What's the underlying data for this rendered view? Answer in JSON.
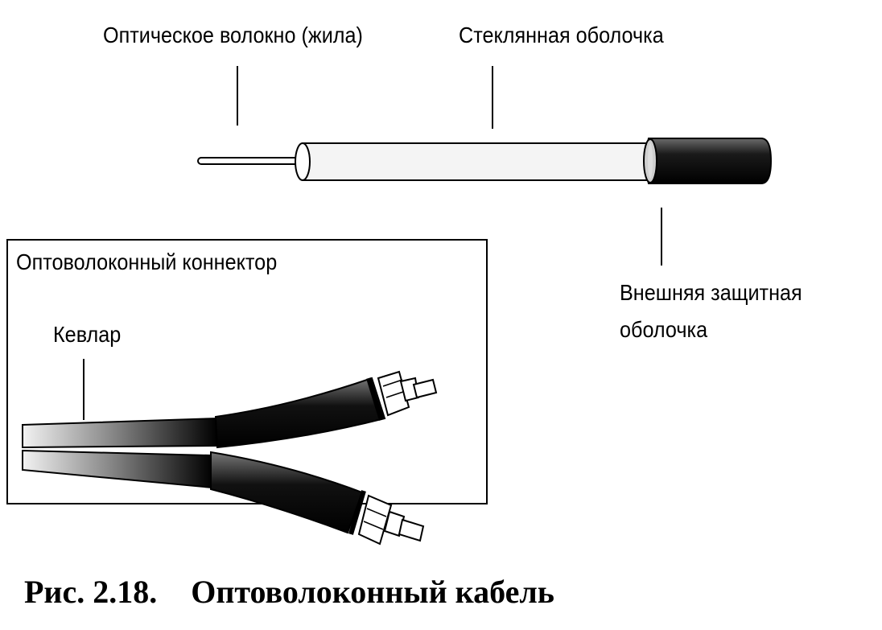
{
  "labels": {
    "fiber_core": "Оптическое волокно (жила)",
    "glass_cladding": "Стеклянная оболочка",
    "outer_jacket_line1": "Внешняя защитная",
    "outer_jacket_line2": "оболочка",
    "connector_box_title": "Оптоволоконный коннектор",
    "kevlar": "Кевлар"
  },
  "caption": {
    "number": "Рис. 2.18.",
    "title": "Оптоволоконный кабель"
  }
}
